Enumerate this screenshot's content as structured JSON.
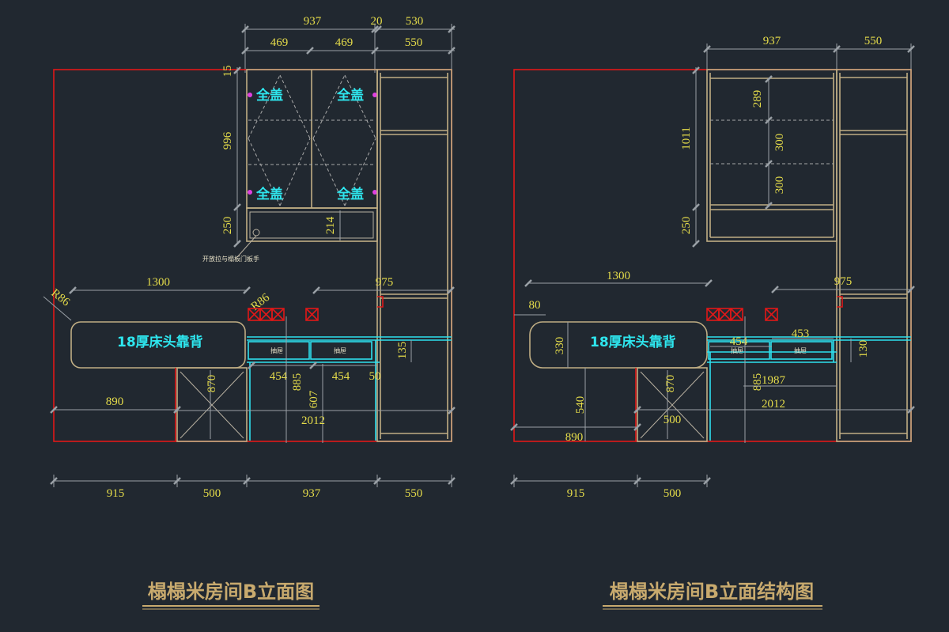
{
  "drawings": [
    {
      "title": "榻榻米房间B立面图",
      "top_dims_row1": [
        "937",
        "20",
        "530"
      ],
      "top_dims_row2": [
        "469",
        "469",
        "550"
      ],
      "left_dims": [
        "15",
        "996",
        "250"
      ],
      "door_labels": [
        "全盖",
        "全盖",
        "全盖",
        "全盖"
      ],
      "inner_dim": "214",
      "handle_note": "开放拉与榻板门板手",
      "mid_dims": [
        "1300",
        "975"
      ],
      "radius_labels": [
        "R86",
        "R86"
      ],
      "headboard_label": "18厚床头靠背",
      "drawer_labels": [
        "抽屉",
        "抽屉"
      ],
      "lower_dims": [
        "454",
        "454",
        "50",
        "135",
        "885",
        "607",
        "870",
        "890",
        "2012"
      ],
      "bottom_dims": [
        "915",
        "500",
        "937",
        "550"
      ]
    },
    {
      "title": "榻榻米房间B立面结构图",
      "top_dims": [
        "937",
        "550"
      ],
      "left_dims": [
        "1011",
        "250"
      ],
      "shelf_dims": [
        "289",
        "300",
        "300"
      ],
      "mid_dims": [
        "1300",
        "975",
        "80"
      ],
      "headboard_label": "18厚床头靠背",
      "drawer_labels": [
        "抽屉",
        "抽屉"
      ],
      "lower_dims": [
        "330",
        "454",
        "453",
        "130",
        "885",
        "1987",
        "870",
        "540",
        "500",
        "890",
        "2012"
      ],
      "bottom_dims": [
        "915",
        "500"
      ]
    }
  ]
}
